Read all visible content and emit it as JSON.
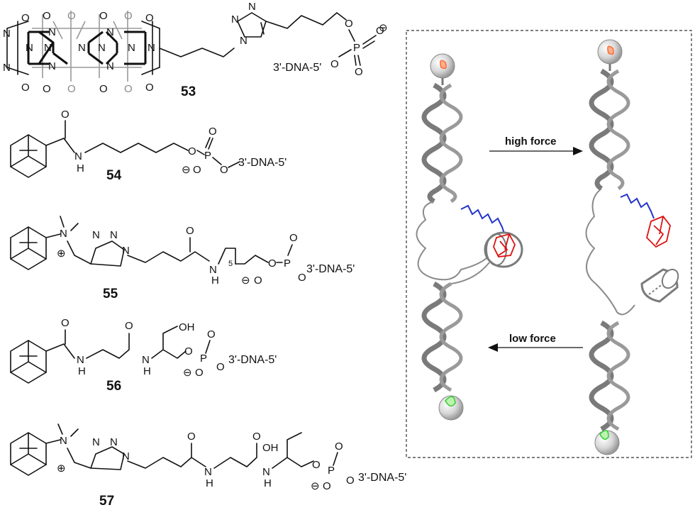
{
  "compounds": [
    {
      "number": "53",
      "dna_label": "3'-DNA-5'"
    },
    {
      "number": "54",
      "dna_label": "3'-DNA-5'"
    },
    {
      "number": "55",
      "dna_label": "3'-DNA-5'",
      "subscript": "5"
    },
    {
      "number": "56",
      "dna_label": "3'-DNA-5'",
      "hydroxyl": "OH"
    },
    {
      "number": "57",
      "dna_label": "3'-DNA-5'",
      "hydroxyl": "OH"
    }
  ],
  "atoms": {
    "N": "N",
    "O": "O",
    "P": "P",
    "H": "H",
    "minus": "⊖",
    "plus": "⊕"
  },
  "panel": {
    "high_force_label": "high force",
    "low_force_label": "low force"
  },
  "colors": {
    "dna": "#7a7a7a",
    "linker": "#2233cc",
    "adamantane": "#dd1111",
    "bead_top_tag": "#ff6633",
    "bead_bottom_tag": "#33cc33"
  }
}
